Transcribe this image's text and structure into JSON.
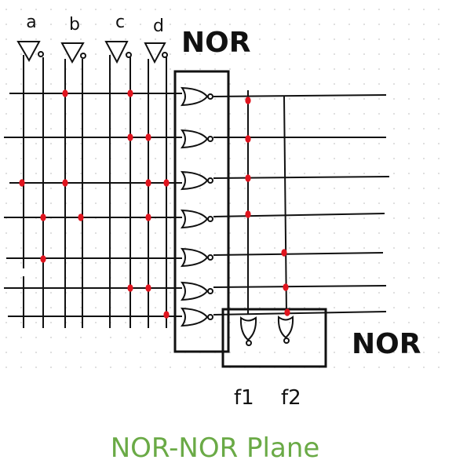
{
  "inputs": [
    {
      "label": "a"
    },
    {
      "label": "b"
    },
    {
      "label": "c"
    },
    {
      "label": "d"
    }
  ],
  "labels": {
    "nor_top": "NOR",
    "nor_bottom": "NOR",
    "f1": "f1",
    "f2": "f2"
  },
  "caption": "NOR-NOR Plane",
  "colors": {
    "ink": "#111111",
    "connection_dot": "#e0141e",
    "caption": "#6aaa46",
    "grid_dot": "#c8c8c8"
  }
}
